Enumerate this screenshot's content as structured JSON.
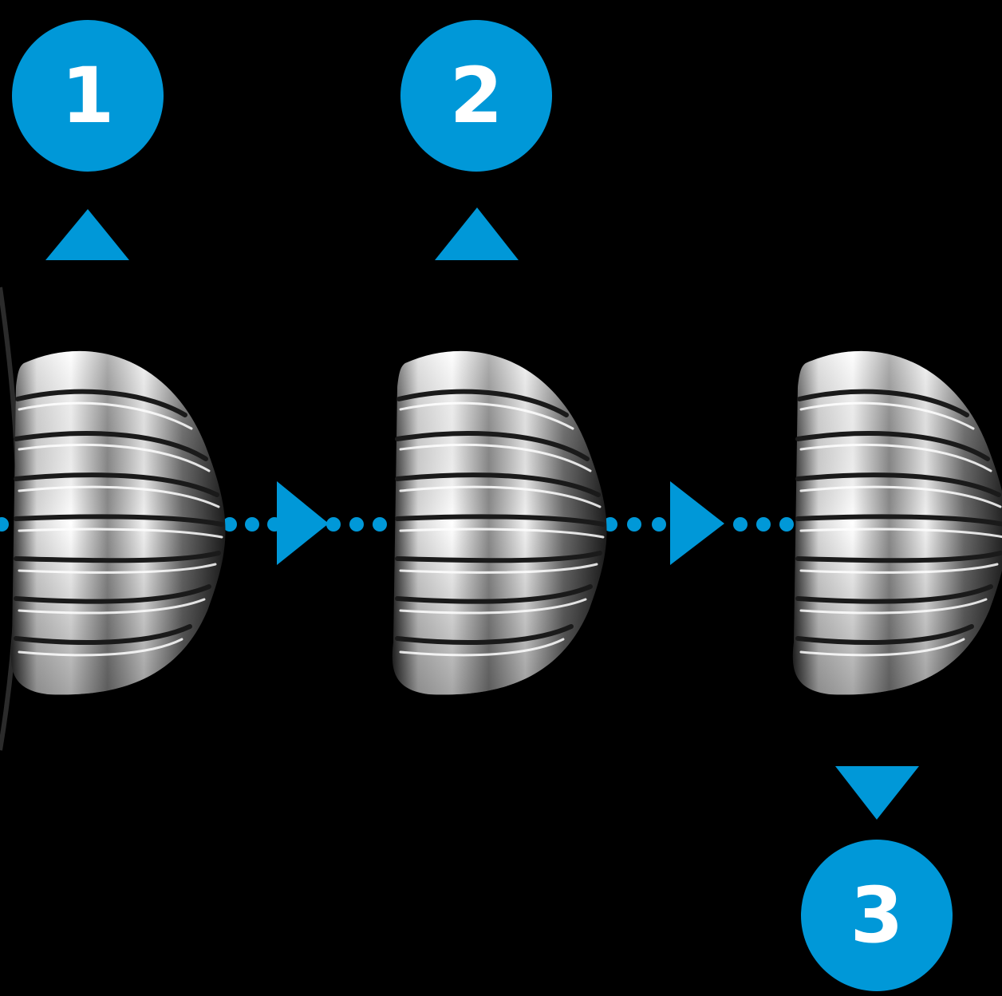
{
  "colors": {
    "accent": "#0098d8",
    "background": "#000000"
  },
  "steps": [
    {
      "label": "1",
      "arrow": "up"
    },
    {
      "label": "2",
      "arrow": "up"
    },
    {
      "label": "3",
      "arrow": "down"
    }
  ],
  "images": [
    {
      "icon": "lens-reflector-image"
    },
    {
      "icon": "lens-reflector-image"
    },
    {
      "icon": "lens-reflector-image"
    }
  ]
}
